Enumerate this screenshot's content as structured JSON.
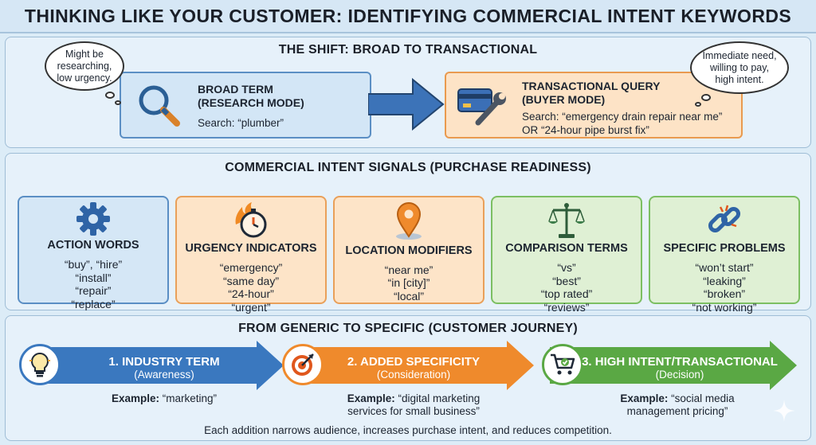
{
  "title": "THINKING LIKE YOUR CUSTOMER: IDENTIFYING COMMERCIAL INTENT KEYWORDS",
  "shift": {
    "heading": "THE SHIFT: BROAD TO TRANSACTIONAL",
    "broad": {
      "title_line1": "BROAD TERM",
      "title_line2": "(RESEARCH MODE)",
      "search": "Search: “plumber”",
      "bubble_line1": "Might be",
      "bubble_line2": "researching,",
      "bubble_line3": "low urgency."
    },
    "transactional": {
      "title_line1": "TRANSACTIONAL QUERY",
      "title_line2": "(BUYER MODE)",
      "search_line1": "Search: “emergency drain repair near me”",
      "search_line2": "OR “24-hour pipe burst fix”",
      "bubble_line1": "Immediate need,",
      "bubble_line2": "willing to pay,",
      "bubble_line3": "high intent."
    }
  },
  "signals": {
    "heading": "COMMERCIAL INTENT SIGNALS (PURCHASE READINESS)",
    "cards": [
      {
        "title": "ACTION WORDS",
        "icon": "gear-icon",
        "color": "blue",
        "items": [
          "“buy”, “hire”",
          "“install”",
          "“repair”",
          "“replace”"
        ]
      },
      {
        "title": "URGENCY INDICATORS",
        "icon": "stopwatch-fire-icon",
        "color": "orange",
        "items": [
          "“emergency”",
          "“same day”",
          "“24-hour”",
          "“urgent”"
        ]
      },
      {
        "title": "LOCATION MODIFIERS",
        "icon": "map-pin-icon",
        "color": "orange",
        "items": [
          "“near me”",
          "“in [city]”",
          "“local”"
        ]
      },
      {
        "title": "COMPARISON TERMS",
        "icon": "scales-icon",
        "color": "green",
        "items": [
          "“vs”",
          "“best”",
          "“top rated”",
          "“reviews”"
        ]
      },
      {
        "title": "SPECIFIC PROBLEMS",
        "icon": "broken-chain-icon",
        "color": "green",
        "items": [
          "“won’t start”",
          "“leaking”",
          "“broken”",
          "“not working”"
        ]
      }
    ]
  },
  "journey": {
    "heading": "FROM GENERIC TO SPECIFIC (CUSTOMER JOURNEY)",
    "stages": [
      {
        "title": "1. INDUSTRY TERM",
        "sub": "(Awareness)",
        "example_label": "Example:",
        "example_line1": "“marketing”",
        "example_line2": "",
        "color": "#3a78bf",
        "icon": "lightbulb-icon"
      },
      {
        "title": "2. ADDED SPECIFICITY",
        "sub": "(Consideration)",
        "example_label": "Example:",
        "example_line1": "“digital marketing",
        "example_line2": "services for small business”",
        "color": "#ef8a2c",
        "icon": "target-icon"
      },
      {
        "title": "3. HIGH INTENT/TRANSACTIONAL",
        "sub": "(Decision)",
        "example_label": "Example:",
        "example_line1": "“social media",
        "example_line2": "management pricing”",
        "color": "#5aa844",
        "icon": "shopping-cart-icon"
      }
    ],
    "footer": "Each addition narrows audience, increases purchase intent, and reduces competition."
  },
  "colors": {
    "blue": "#3a78bf",
    "orange": "#ef8a2c",
    "green": "#5aa844"
  }
}
